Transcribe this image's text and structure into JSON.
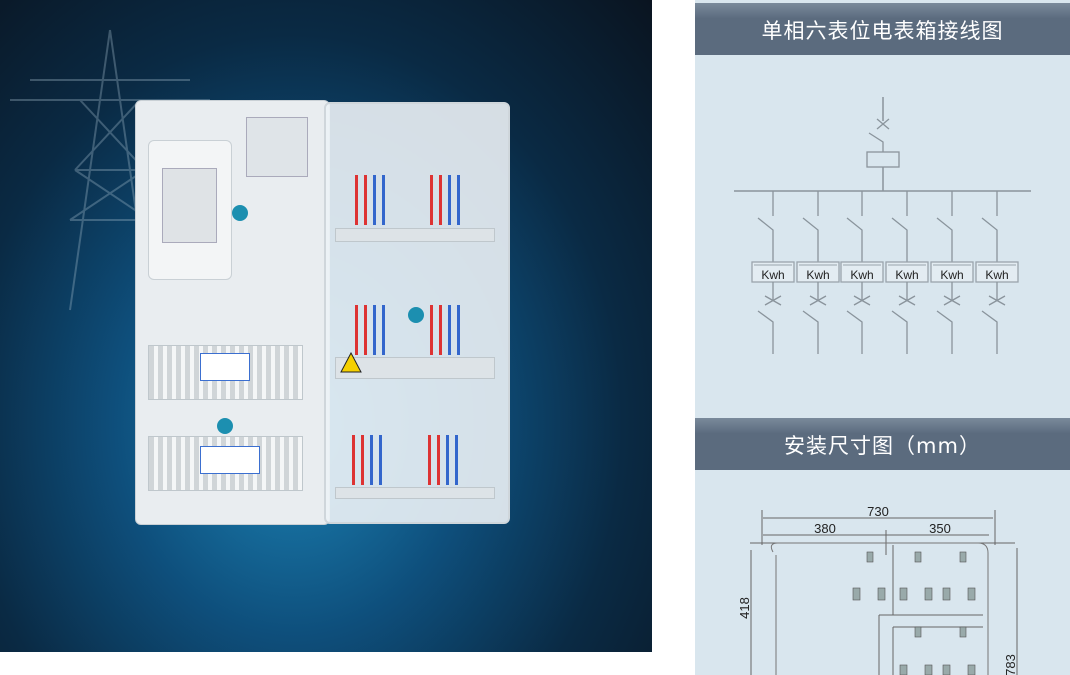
{
  "wiring_diagram": {
    "title": "单相六表位电表箱接线图",
    "meter_label": "Kwh",
    "meter_count": 6
  },
  "dimension_diagram": {
    "title": "安装尺寸图（mm）",
    "total_width": "730",
    "left_width": "380",
    "right_width": "350",
    "left_height": "418",
    "total_height": "783"
  },
  "colors": {
    "header": "#5b6b7e",
    "panel": "#d9e6ee",
    "line": "#8a949c"
  }
}
